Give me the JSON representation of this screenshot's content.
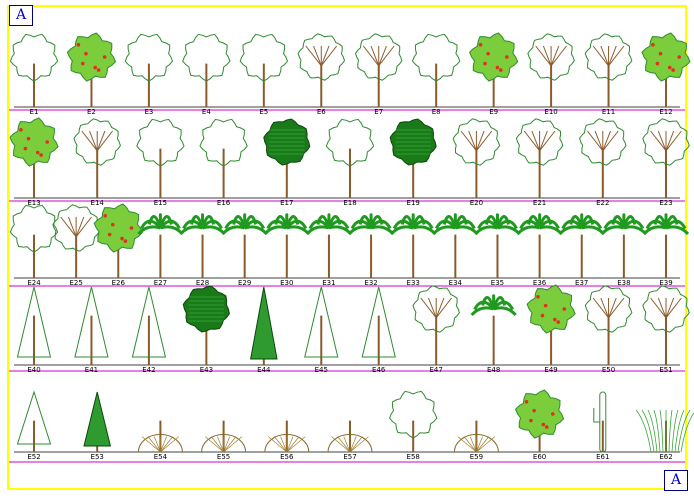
{
  "sheet": {
    "corner_label": "A",
    "frame_color": "#ffff00",
    "row_line_color": "#cc00cc",
    "trunk_color": "#8b5a2b"
  },
  "row1": {
    "labels": [
      "E1",
      "E2",
      "E3",
      "E4",
      "E5",
      "E6",
      "E7",
      "E8",
      "E9",
      "E10",
      "E11",
      "E12"
    ]
  },
  "row2": {
    "labels": [
      "E13",
      "E14",
      "E15",
      "E16",
      "E17",
      "E18",
      "E19",
      "E20",
      "E21",
      "E22",
      "E23"
    ]
  },
  "row3": {
    "labels": [
      "E24",
      "E25",
      "E26",
      "E27",
      "E28",
      "E29",
      "E30",
      "E31",
      "E32",
      "E33",
      "E34",
      "E35",
      "E36",
      "E37",
      "E38",
      "E39"
    ]
  },
  "row4": {
    "labels": [
      "E40",
      "E41",
      "E42",
      "E43",
      "E44",
      "E45",
      "E46",
      "E47",
      "E48",
      "E49",
      "E50",
      "E51"
    ]
  },
  "row5": {
    "labels": [
      "E52",
      "E53",
      "E54",
      "E55",
      "E56",
      "E57",
      "E58",
      "E59",
      "E60",
      "E61",
      "E62"
    ]
  }
}
